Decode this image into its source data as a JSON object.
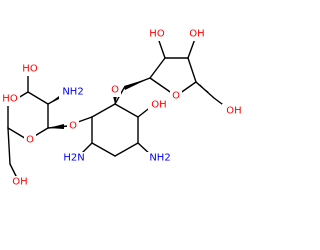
{
  "structure": {
    "colors": {
      "carbon_bond": "#000000",
      "oxygen": "#ff0000",
      "nitrogen": "#0000ff"
    },
    "labels": {
      "furanose_ring_o": "O",
      "furanose_oh_left": "HO",
      "furanose_oh_right": "OH",
      "furanose_ch2oh": "OH",
      "glycosidic_o_upper": "O",
      "glycosidic_o_left": "O",
      "glucose_ring_o": "O",
      "glucose_oh_1": "HO",
      "glucose_oh_2": "HO",
      "glucose_nh2": "NH2",
      "glucose_ch2oh": "OH",
      "cyclohexane_oh": "OH",
      "cyclohexane_nh2_left": "H2N",
      "cyclohexane_nh2_right": "NH2"
    }
  }
}
